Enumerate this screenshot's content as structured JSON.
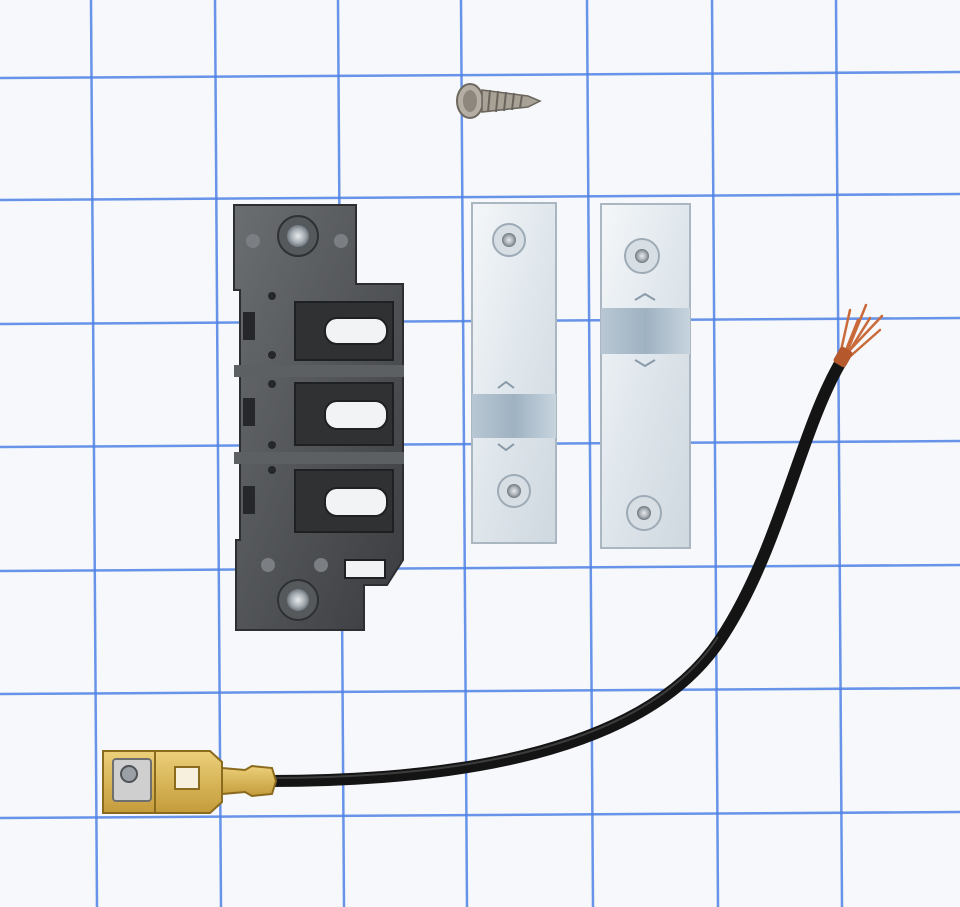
{
  "photo": {
    "background_color": "#f7f8fb",
    "grid_color": "#4f82e6",
    "wire_insulation_color": "#141414",
    "copper_color": "#c96a3a",
    "terminal_color": "#d9b24a",
    "zinc_plate_color": "#e8eef2",
    "block_color": "#4a4d50"
  },
  "objects": {
    "screw": "screw",
    "terminal_block": "terminal-block",
    "bracket_left": "mounting-strap",
    "bracket_right": "mounting-strap",
    "ground_wire": "ground-wire-with-quick-connect-terminal"
  }
}
